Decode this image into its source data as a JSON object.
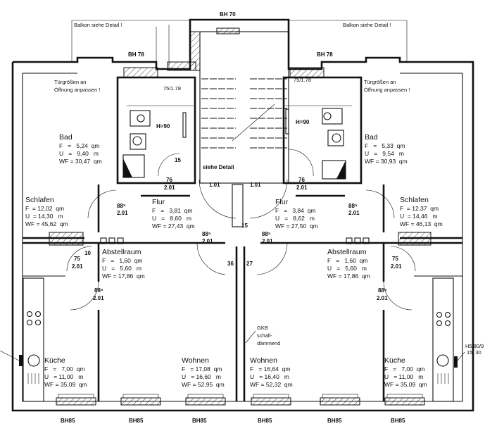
{
  "annotations": {
    "bh_top": "BH 70",
    "bh_bath_left": "BH 78",
    "bh_bath_right": "BH 78",
    "bh_bottom": [
      "BH85",
      "BH85",
      "BH85",
      "BH85",
      "BH85",
      "BH85"
    ],
    "balcony_left": "Balkon siehe Detail !",
    "balcony_right": "Balkon siehe Detail !",
    "door_note_left": [
      "Türgrößen an",
      "Öffnung anpassen !"
    ],
    "door_note_right": [
      "Türgrößen an",
      "Öffnung anpassen !"
    ],
    "see_detail": "siehe Detail",
    "stair_left": "1.01",
    "stair_right": "1.01",
    "h90_left": "H=90",
    "h90_right": "H=90",
    "gkb": [
      "GKB",
      "schall-",
      "dämmend"
    ],
    "window_bath": "75/1.78",
    "dims": {
      "d15": "15",
      "d36": "36",
      "d27": "27",
      "d10": "10",
      "d15b": "15"
    },
    "door_76": [
      "76",
      "2.01"
    ],
    "door_88": [
      "88⁵",
      "2.01"
    ],
    "door_75": [
      "75",
      "2.01"
    ],
    "side_note_right": [
      "H5/80/9",
      "15/ 30"
    ]
  },
  "rooms": {
    "bad_l": {
      "name": "Bad",
      "F": "F   =   5,24  qm",
      "U": "U   =   9,40   m",
      "WF": "WF = 30,47  qm"
    },
    "bad_r": {
      "name": "Bad",
      "F": "F   =   5,33  qm",
      "U": "U   =   9,54   m",
      "WF": "WF = 30,93  qm"
    },
    "schlafen_l": {
      "name": "Schlafen",
      "F": "F  = 12,02  qm",
      "U": "U  = 14,30   m",
      "WF": "WF = 45,62  qm"
    },
    "schlafen_r": {
      "name": "Schlafen",
      "F": "F  = 12,37  qm",
      "U": "U  = 14,46   m",
      "WF": "WF = 46,13  qm"
    },
    "flur_l": {
      "name": "Flur",
      "F": "F   =   3,81  qm",
      "U": "U   =   8,60   m",
      "WF": "WF = 27,43  qm"
    },
    "flur_r": {
      "name": "Flur",
      "F": "F   =   3,84  qm",
      "U": "U   =   8,62   m",
      "WF": "WF = 27,50  qm"
    },
    "abst_l": {
      "name": "Abstellraum",
      "F": "F   =   1,60  qm",
      "U": "U   =   5,60   m",
      "WF": "WF = 17,86  qm"
    },
    "abst_r": {
      "name": "Abstellraum",
      "F": "F   =   1,60  qm",
      "U": "U   =   5,60   m",
      "WF": "WF = 17,86  qm"
    },
    "kueche_l": {
      "name": "Küche",
      "F": "F   =   7,00  qm",
      "U": "U   = 11,00   m",
      "WF": "WF = 35,09  qm"
    },
    "kueche_r": {
      "name": "Küche",
      "F": "F   =   7,00  qm",
      "U": "U   = 11,00   m",
      "WF": "WF = 35,09  qm"
    },
    "wohnen_l": {
      "name": "Wohnen",
      "F": "F   = 17,08  qm",
      "U": "U   = 16,60   m",
      "WF": "WF = 52,95  qm"
    },
    "wohnen_r": {
      "name": "Wohnen",
      "F": "F   = 16,64  qm",
      "U": "U   = 16,40   m",
      "WF": "WF = 52,32  qm"
    }
  }
}
